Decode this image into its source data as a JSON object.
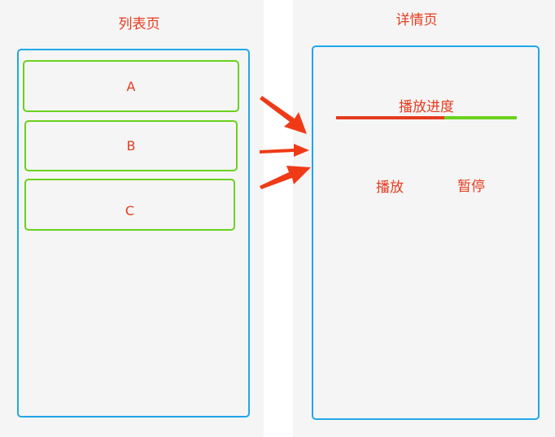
{
  "list_page": {
    "title": "列表页",
    "items": [
      {
        "label": "A"
      },
      {
        "label": "B"
      },
      {
        "label": "C"
      }
    ]
  },
  "detail_page": {
    "title": "详情页",
    "progress_label": "播放进度",
    "progress_fraction": 0.6,
    "play_label": "播放",
    "pause_label": "暂停"
  },
  "colors": {
    "accent_red": "#e53b1e",
    "frame_blue": "#1ea7e8",
    "item_green": "#6ad21e"
  }
}
